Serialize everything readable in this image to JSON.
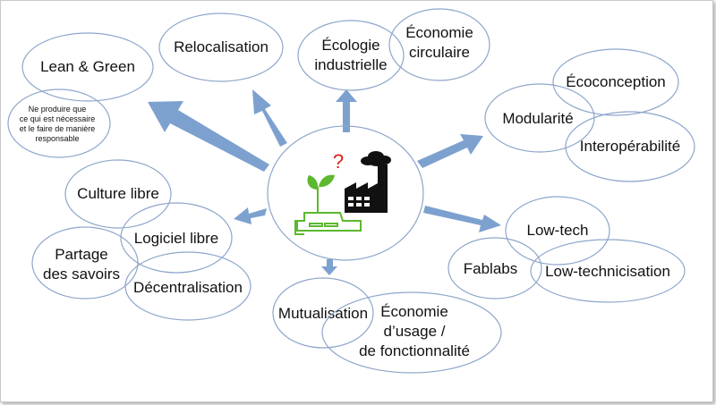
{
  "nodes": {
    "lean_green": "Lean & Green",
    "lean_note": [
      "Ne produire que",
      "ce qui est nécessaire",
      "et le faire de manière",
      "responsable"
    ],
    "relocalisation": "Relocalisation",
    "ecologie": [
      "Écologie",
      "industrielle"
    ],
    "economie_circulaire": [
      "Économie",
      "circulaire"
    ],
    "ecoconception": "Écoconception",
    "modularite": "Modularité",
    "interoperabilite": "Interopérabilité",
    "culture_libre": "Culture libre",
    "logiciel_libre": "Logiciel libre",
    "partage": [
      "Partage",
      "des savoirs"
    ],
    "decentralisation": "Décentralisation",
    "mutualisation": "Mutualisation",
    "economie_usage": [
      "Économie",
      "d’usage /",
      "de fonctionnalité"
    ],
    "low_tech": "Low-tech",
    "fablabs": "Fablabs",
    "low_technicisation": "Low-technicisation",
    "question_mark": "?"
  },
  "colors": {
    "ellipse_stroke": "#8ea6cb",
    "arrow_fill": "#7da1cf",
    "plant_green": "#5cb82e",
    "factory_black": "#111111",
    "question_red": "#e02020"
  }
}
